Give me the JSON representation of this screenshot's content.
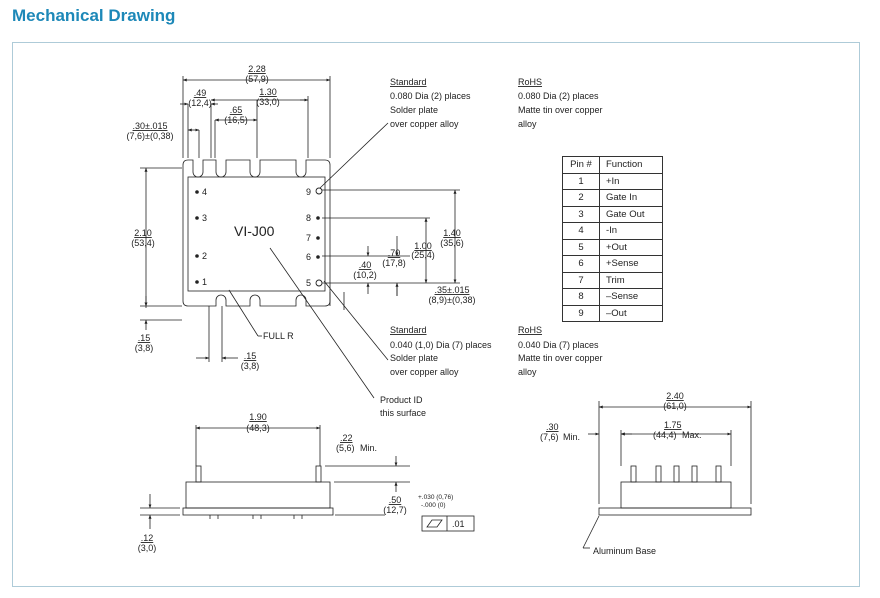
{
  "page": {
    "title": "Mechanical Drawing"
  },
  "top_view": {
    "dims": {
      "overall_width": {
        "in": "2.28",
        "mm": "(57,9)"
      },
      "pin_49": {
        "in": ".49",
        "mm": "(12,4)"
      },
      "pin_130": {
        "in": "1.30",
        "mm": "(33,0)"
      },
      "pin_65": {
        "in": ".65",
        "mm": "(16,5)"
      },
      "edge_30": {
        "in": ".30±.015",
        "mm": "(7,6)±(0,38)"
      },
      "height_210": {
        "in": "2.10",
        "mm": "(53,4)"
      },
      "height_140": {
        "in": "1.40",
        "mm": "(35,6)"
      },
      "height_100": {
        "in": "1.00",
        "mm": "(25,4)"
      },
      "height_70": {
        "in": ".70",
        "mm": "(17,8)"
      },
      "height_40": {
        "in": ".40",
        "mm": "(10,2)"
      },
      "edge_35": {
        "in": ".35±.015",
        "mm": "(8,9)±(0,38)"
      },
      "bottom_15": {
        "in": ".15",
        "mm": "(3,8)"
      },
      "slot_15": {
        "in": ".15",
        "mm": "(3,8)"
      }
    },
    "label": "VI-J00",
    "full_r": "FULL R",
    "pins_left": [
      "4",
      "3",
      "2",
      "1"
    ],
    "pins_right": [
      "9",
      "8",
      "7",
      "6",
      "5"
    ],
    "product_id_label": [
      "Product ID",
      "this surface"
    ]
  },
  "notes": {
    "standard_top": {
      "heading": "Standard",
      "lines": [
        "0.080 Dia (2) places",
        "Solder plate",
        "over copper alloy"
      ]
    },
    "rohs_top": {
      "heading": "RoHS",
      "lines": [
        "0.080 Dia (2) places",
        "Matte tin over copper",
        "alloy"
      ]
    },
    "standard_bottom": {
      "heading": "Standard",
      "lines": [
        "0.040 (1,0) Dia (7) places",
        "Solder plate",
        "over copper alloy"
      ]
    },
    "rohs_bottom": {
      "heading": "RoHS",
      "lines": [
        "0.040 Dia (7) places",
        "Matte tin over copper",
        "alloy"
      ]
    }
  },
  "pin_table": {
    "headers": [
      "Pin #",
      "Function"
    ],
    "rows": [
      [
        "1",
        "+In"
      ],
      [
        "2",
        "Gate In"
      ],
      [
        "3",
        "Gate Out"
      ],
      [
        "4",
        "-In"
      ],
      [
        "5",
        "+Out"
      ],
      [
        "6",
        "+Sense"
      ],
      [
        "7",
        "Trim"
      ],
      [
        "8",
        "–Sense"
      ],
      [
        "9",
        "–Out"
      ]
    ]
  },
  "side_view": {
    "dims": {
      "width_190": {
        "in": "1.90",
        "mm": "(48,3)"
      },
      "pin_22": {
        "in": ".22",
        "mm": "(5,6)",
        "suffix": "Min."
      },
      "height_50": {
        "in": ".50",
        "mm": "(12,7)"
      },
      "tol_plus": "+.030 (0,76)",
      "tol_minus": "-.000 (0)",
      "base_12": {
        "in": ".12",
        "mm": "(3,0)"
      },
      "flatness": ".01"
    }
  },
  "end_view": {
    "dims": {
      "width_240": {
        "in": "2.40",
        "mm": "(61,0)"
      },
      "pin_175": {
        "in": "1.75",
        "mm": "(44,4)",
        "suffix": "Max."
      },
      "edge_30": {
        "in": ".30",
        "mm": "(7,6)",
        "suffix": "Min."
      }
    },
    "base_label": "Aluminum Base"
  }
}
